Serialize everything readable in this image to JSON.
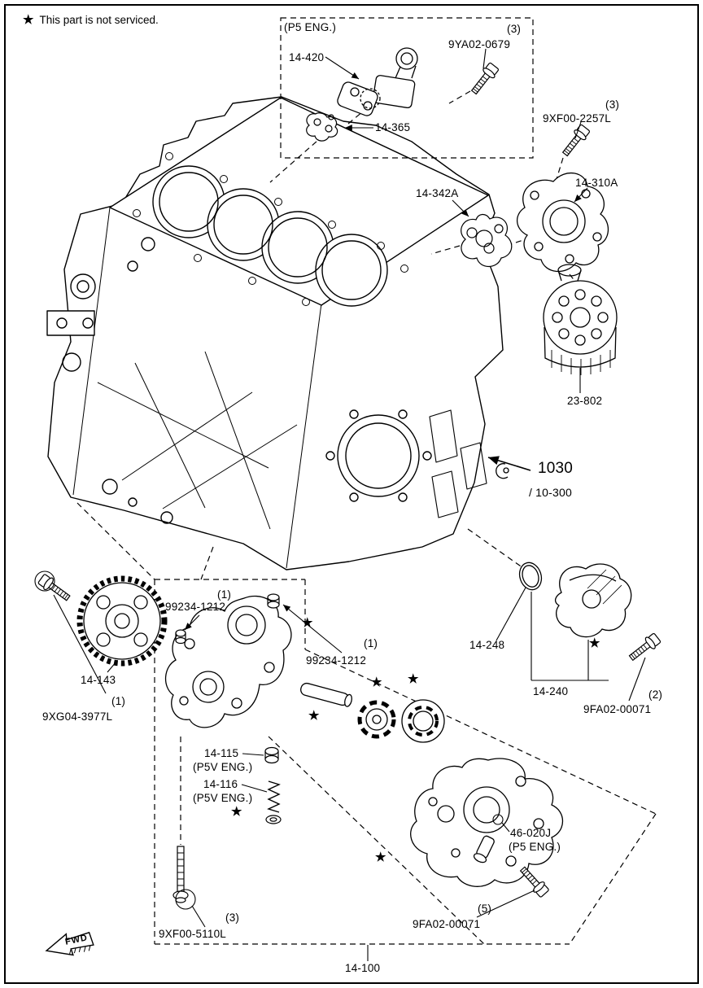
{
  "colors": {
    "background": "#ffffff",
    "line": "#000000"
  },
  "symbols": {
    "star": "★"
  },
  "note": {
    "star": "★",
    "text": "This part is not serviced."
  },
  "fwd": {
    "label": "FWD"
  },
  "labels": {
    "p5_eng_box": "(P5 ENG.)",
    "qty3_top": "(3)",
    "bolt_9ya02_0679": "9YA02-0679",
    "part_14_420": "14-420",
    "part_14_365": "14-365",
    "qty3_right": "(3)",
    "bolt_9xf00_2257l": "9XF00-2257L",
    "part_14_342a": "14-342A",
    "part_14_310a": "14-310A",
    "part_23_802": "23-802",
    "part_1030": "1030",
    "part_10_300": "/ 10-300",
    "qty1_plug_left": "(1)",
    "plug_99234_1212_left": "99234-1212",
    "qty1_plug_right": "(1)",
    "plug_99234_1212_right": "99234-1212",
    "part_14_143": "14-143",
    "qty1_bolt": "(1)",
    "bolt_9xg04_3977l": "9XG04-3977L",
    "part_14_248": "14-248",
    "part_14_240": "14-240",
    "qty2_right": "(2)",
    "bolt_9fa02_00071_right": "9FA02-00071",
    "part_14_115": "14-115",
    "p5v_eng_115": "(P5V ENG.)",
    "part_14_116": "14-116",
    "p5v_eng_116": "(P5V ENG.)",
    "part_46_020j": "46-020J",
    "p5_eng_46": "(P5 ENG.)",
    "qty5_bottom": "(5)",
    "bolt_9fa02_00071_bottom": "9FA02-00071",
    "qty3_bottom": "(3)",
    "bolt_9xf00_5110l": "9XF00-5110L",
    "part_14_100": "14-100"
  }
}
